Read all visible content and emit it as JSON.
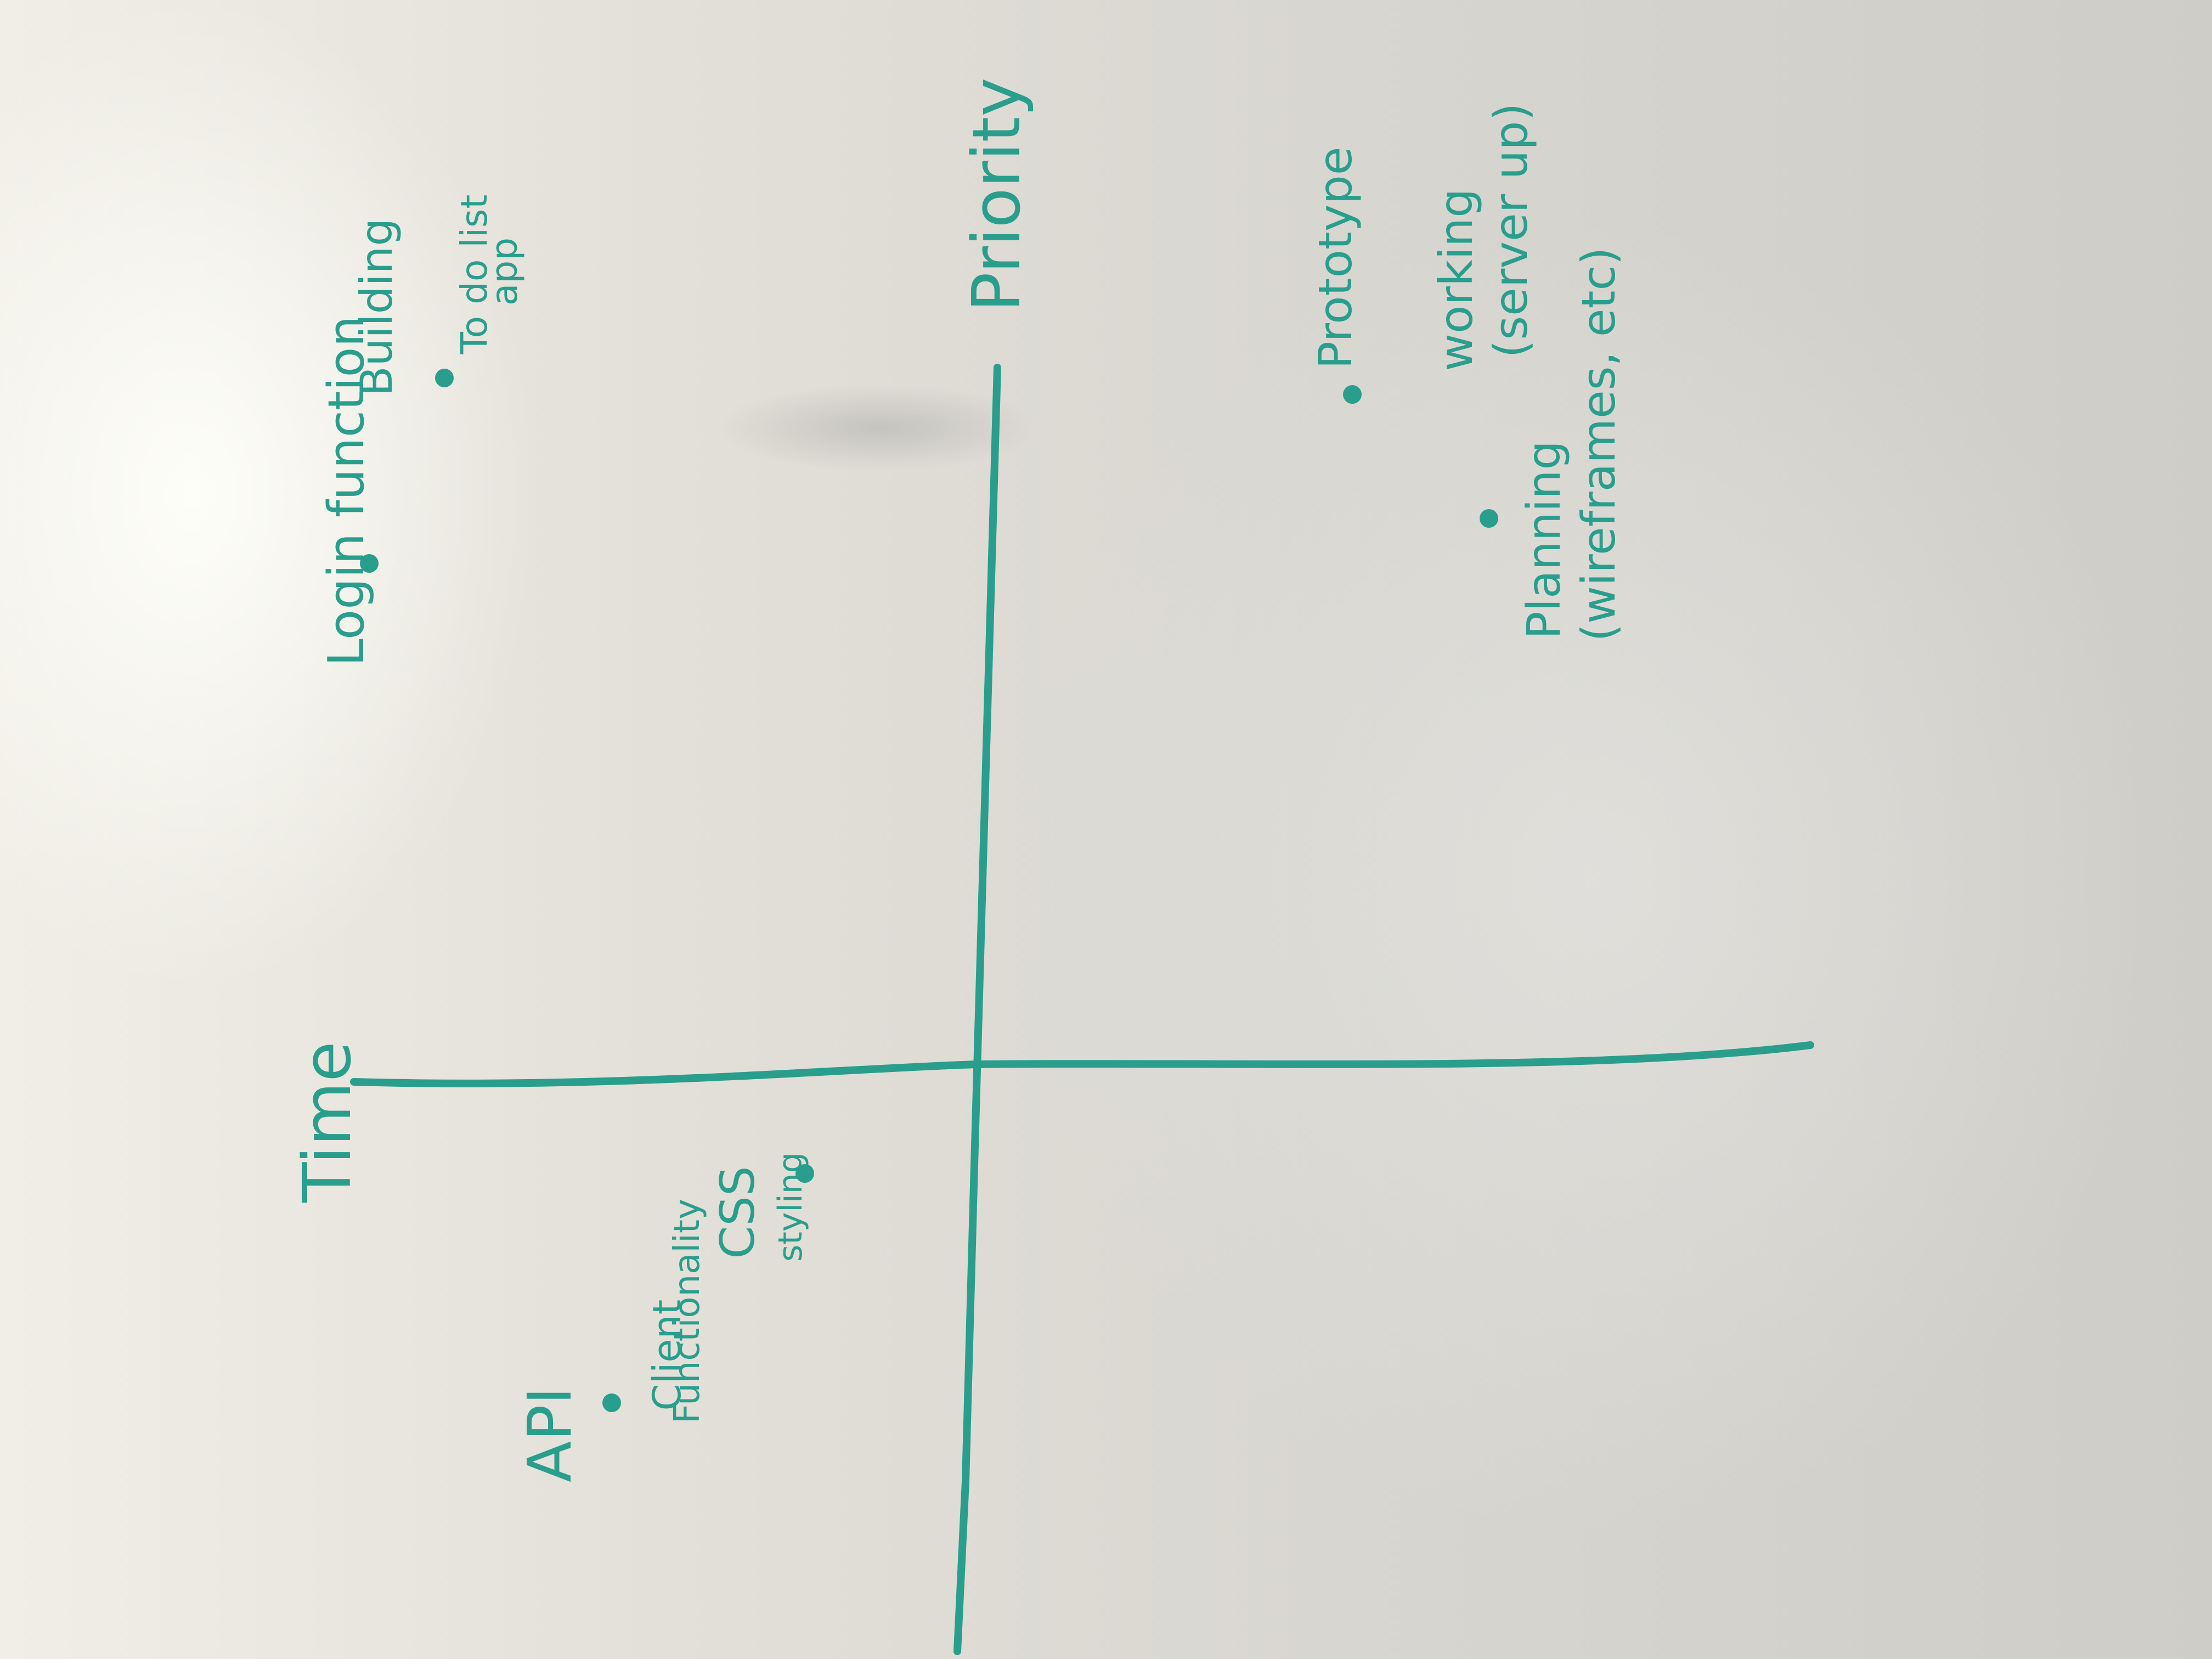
{
  "board": {
    "ink_color": "#2a9e8c",
    "axis_vertical_label": "Priority",
    "axis_horizontal_label": "Time",
    "items": {
      "login": "Login function",
      "building_1": "Building",
      "building_2": "To do list",
      "building_3": "app",
      "api": "API",
      "client_1": "Client",
      "client_2": "Functionality",
      "css_1": "CSS",
      "css_2": "styling",
      "prototype_1": "Prototype",
      "prototype_2": "working",
      "prototype_3": "(server up)",
      "planning_1": "Planning",
      "planning_2": "(wireframes, etc)"
    }
  }
}
